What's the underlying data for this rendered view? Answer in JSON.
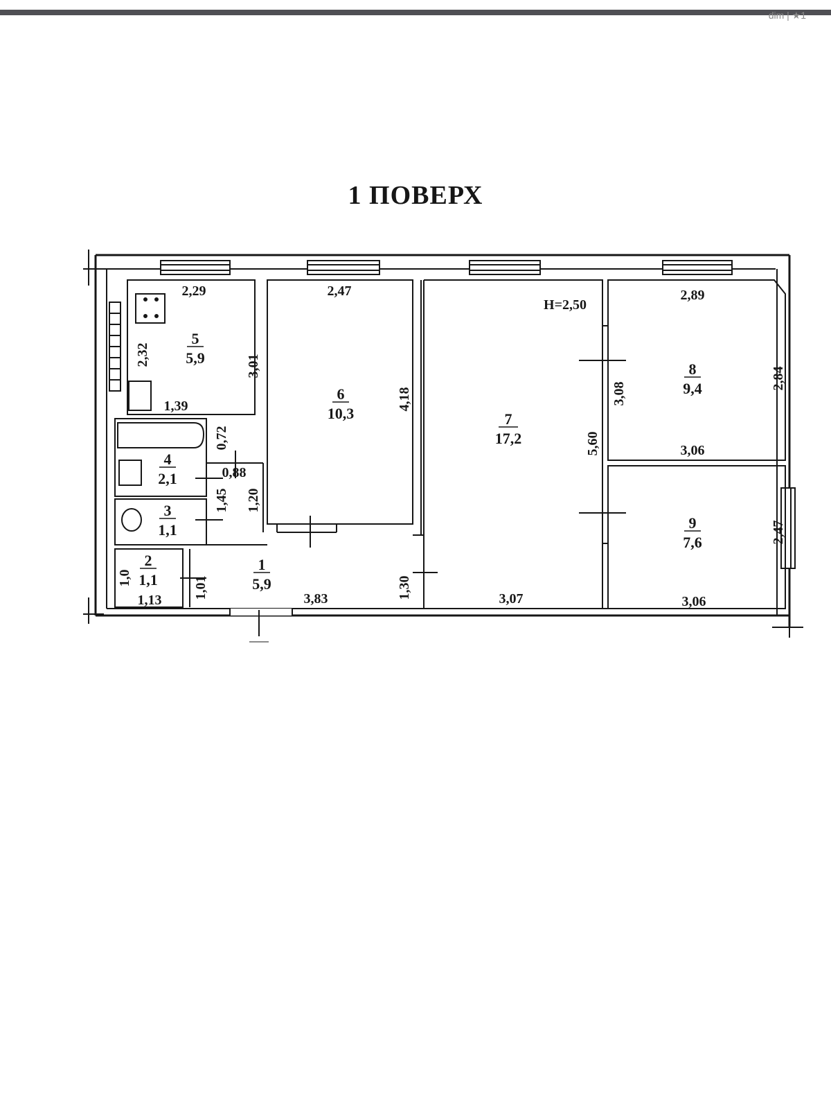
{
  "title": "1 ПОВЕРХ",
  "watermark": "dim | ★1",
  "colors": {
    "ink": "#161616",
    "background": "#ffffff",
    "top_rule": "#4f4f54"
  },
  "ceiling_height": "H=2,50",
  "rooms": [
    {
      "number": "1",
      "area": "5,9"
    },
    {
      "number": "2",
      "area": "1,1"
    },
    {
      "number": "3",
      "area": "1,1"
    },
    {
      "number": "4",
      "area": "2,1"
    },
    {
      "number": "5",
      "area": "5,9"
    },
    {
      "number": "6",
      "area": "10,3"
    },
    {
      "number": "7",
      "area": "17,2"
    },
    {
      "number": "8",
      "area": "9,4"
    },
    {
      "number": "9",
      "area": "7,6"
    }
  ],
  "dimensions": {
    "r5_width": "2,29",
    "r5_height": "3,01",
    "r5_inner": "2,32",
    "r5_bottom": "1,39",
    "r6_width": "2,47",
    "r6_height": "4,18",
    "r7_width": "3,07",
    "r7_height": "5,60",
    "r7_passage": "1,30",
    "r8_width": "2,89",
    "r8_bottom": "3,06",
    "r8_left": "3,08",
    "r8_right": "2,84",
    "r9_bottom": "3,06",
    "r9_right": "2,47",
    "r4_width": "0,88",
    "r4_height": "0,72",
    "r3_height": "1,45",
    "r1_height": "1,20",
    "r2_width": "1,13",
    "r2_height": "1,0",
    "r2_right": "1,01",
    "r1_width": "3,83"
  }
}
